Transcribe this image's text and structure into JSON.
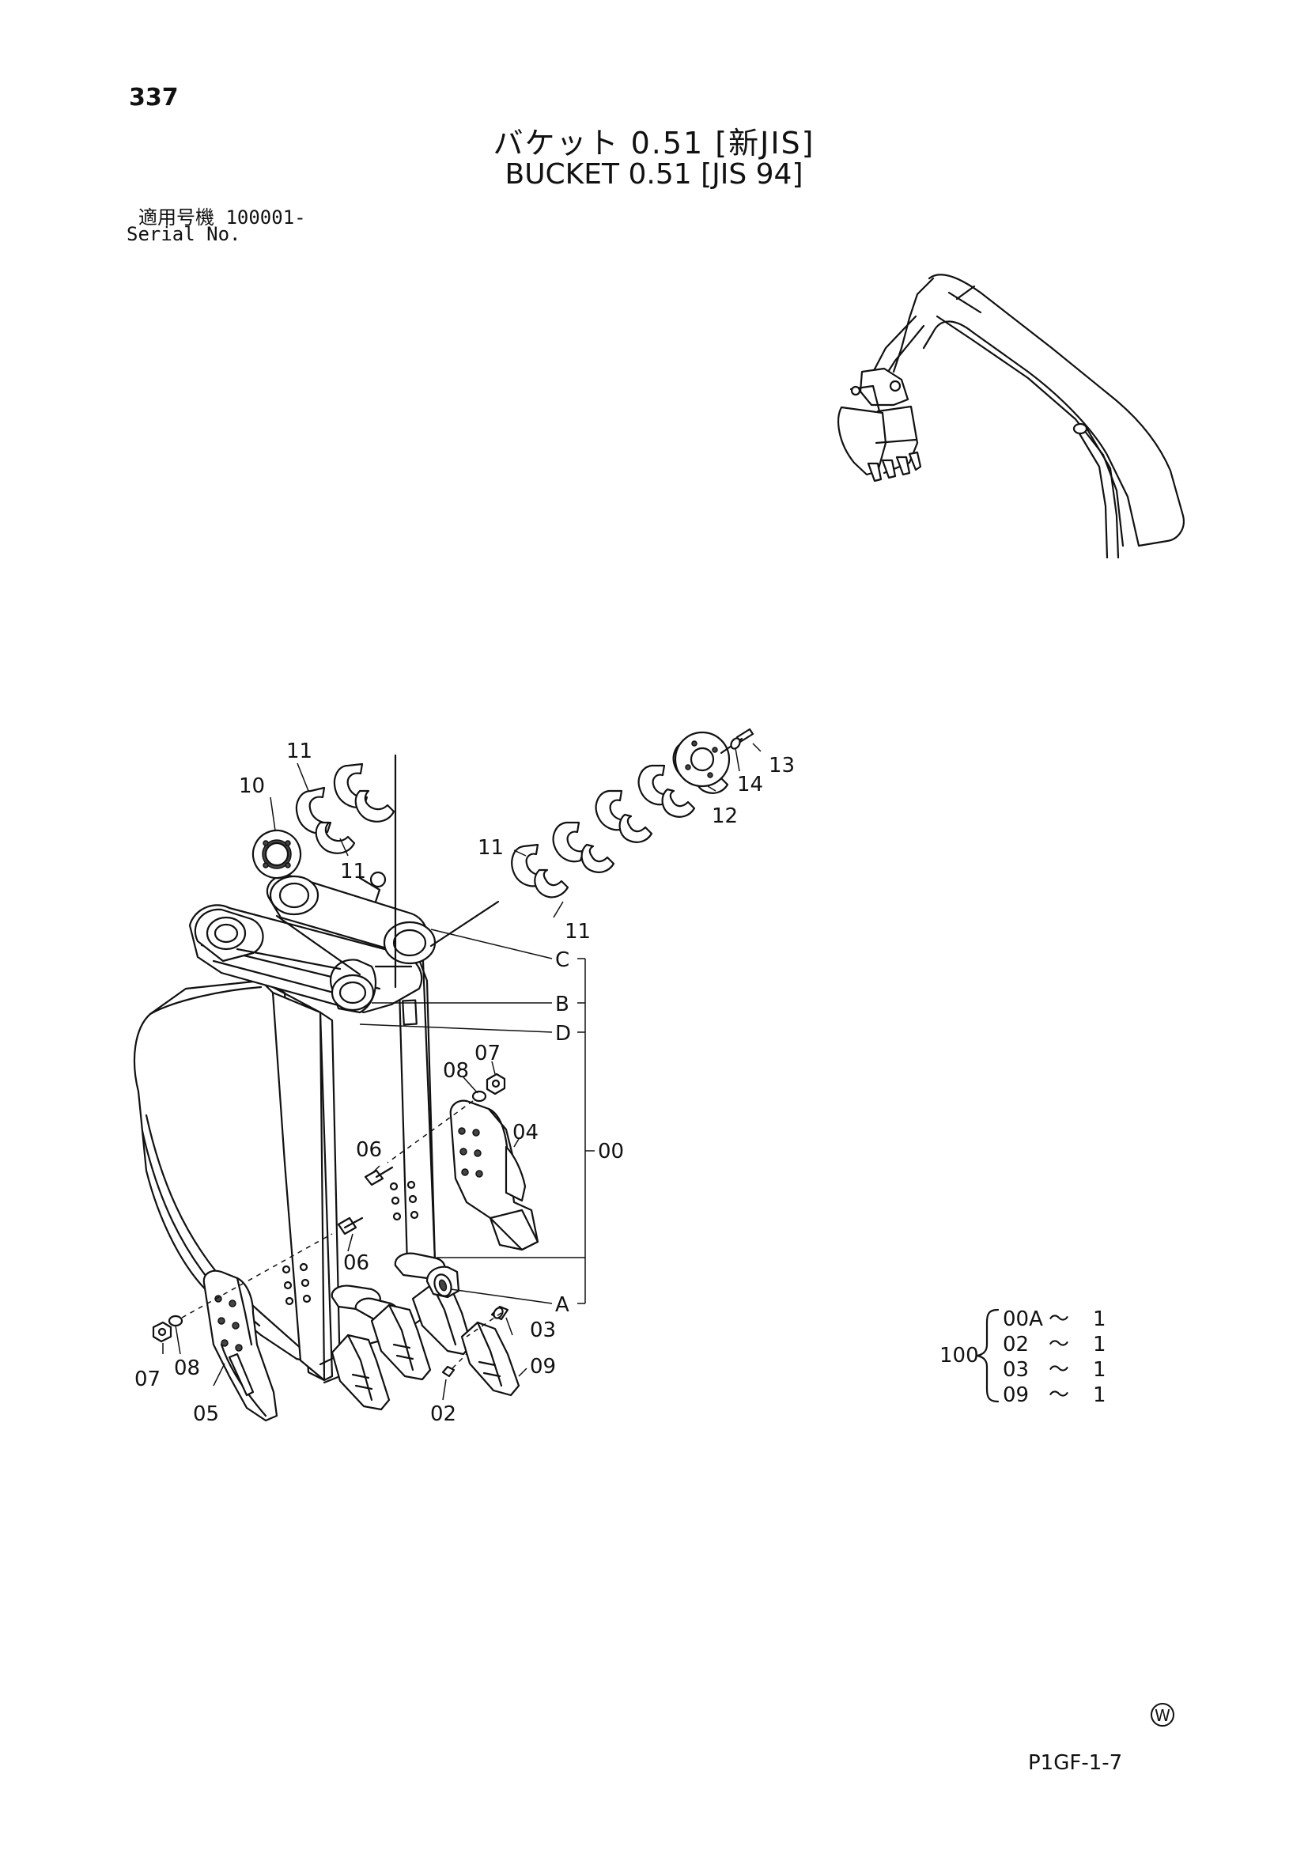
{
  "page": {
    "number": "337",
    "title_jp": "バケット 0.51 [新JIS]",
    "title_en": "BUCKET 0.51 [JIS 94]",
    "serial_jp": "適用号機  100001-",
    "serial_en": "Serial No.",
    "footer_code": "P1GF-1-7",
    "watermark": "W"
  },
  "callouts": {
    "c00": "00",
    "c02": "02",
    "c03": "03",
    "c04": "04",
    "c05": "05",
    "c06a": "06",
    "c06b": "06",
    "c07a": "07",
    "c07b": "07",
    "c08a": "08",
    "c08b": "08",
    "c09": "09",
    "c10": "10",
    "c11a": "11",
    "c11b": "11",
    "c11c": "11",
    "c11d": "11",
    "c12": "12",
    "c13": "13",
    "c14": "14",
    "pin_a": "A",
    "pin_b": "B",
    "pin_c": "C",
    "pin_d": "D"
  },
  "kit": {
    "id": "100",
    "rows": [
      {
        "part": "00A",
        "sep": "～",
        "qty": "1"
      },
      {
        "part": "02",
        "sep": "～",
        "qty": "1"
      },
      {
        "part": "03",
        "sep": "～",
        "qty": "1"
      },
      {
        "part": "09",
        "sep": "～",
        "qty": "1"
      }
    ]
  }
}
